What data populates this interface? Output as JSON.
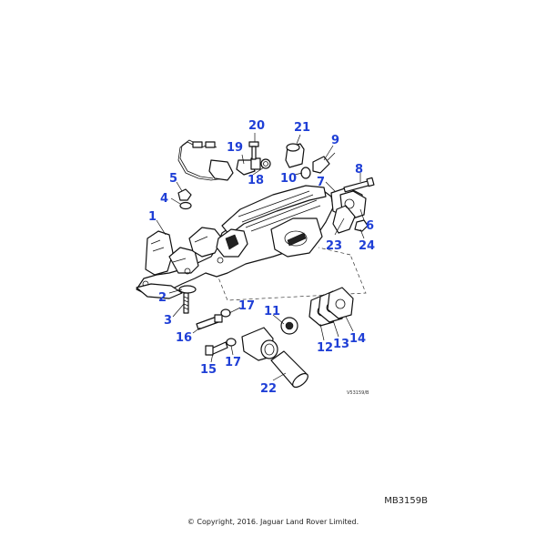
{
  "diagram": {
    "figure_ref": "V53159/B",
    "code": "MB3159B",
    "copyright": "© Copyright, 2016. Jaguar Land Rover Limited."
  },
  "callouts": [
    "1",
    "2",
    "3",
    "4",
    "5",
    "6",
    "7",
    "8",
    "9",
    "10",
    "11",
    "12",
    "13",
    "14",
    "15",
    "16",
    "17",
    "17",
    "18",
    "19",
    "20",
    "21",
    "22",
    "23",
    "24"
  ]
}
